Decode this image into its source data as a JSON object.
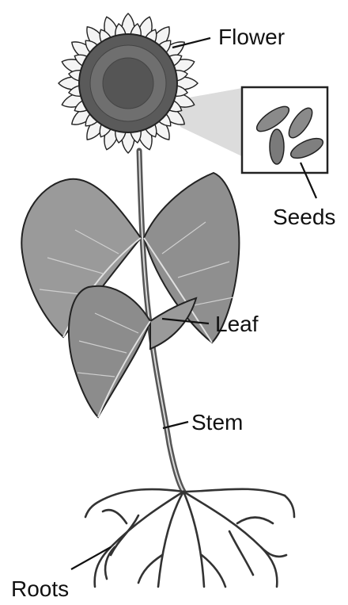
{
  "labels": {
    "flower": "Flower",
    "seeds": "Seeds",
    "leaf": "Leaf",
    "stem": "Stem",
    "roots": "Roots"
  },
  "colors": {
    "ink": "#111111",
    "leaf": "#8f8f8f",
    "leaf_dark": "#6a6a6a",
    "petal": "#f4f4f4",
    "disk": "#5a5a5a",
    "seed": "#8a8a8a",
    "zoom_wedge": "#d9d9d9"
  }
}
